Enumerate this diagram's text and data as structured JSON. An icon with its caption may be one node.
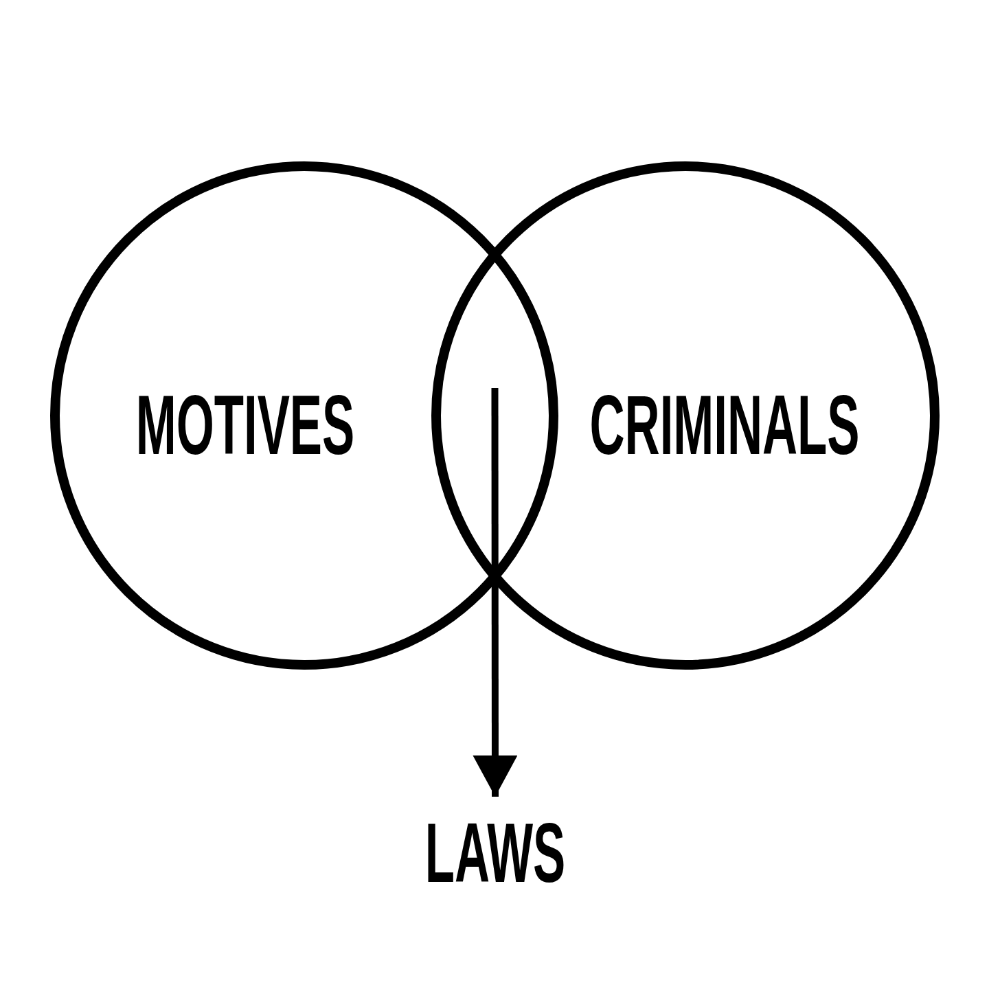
{
  "diagram": {
    "nodes": [
      {
        "text": [
          "MOTIVES"
        ]
      },
      {
        "text": [
          "CRIMINALS"
        ]
      },
      {
        "text": [
          "LAWS"
        ]
      }
    ],
    "edges": [
      {
        "from": 0,
        "to": 2,
        "arrow": "to"
      },
      {
        "from": 1,
        "to": 2,
        "arrow": "to"
      }
    ]
  }
}
